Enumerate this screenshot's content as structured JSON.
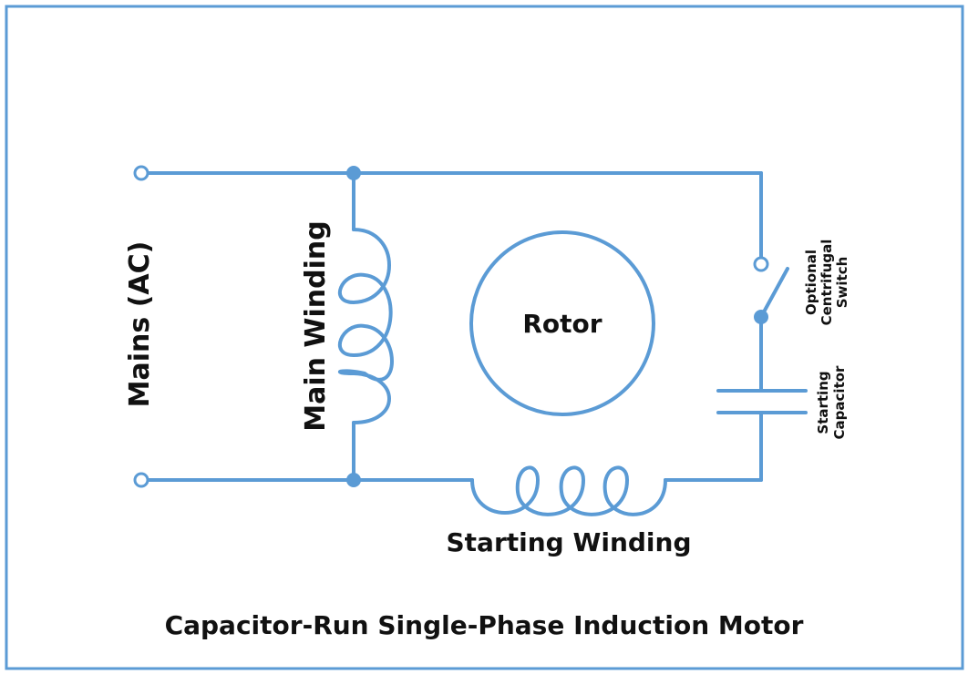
{
  "colors": {
    "wire": "#5b9bd5",
    "border": "#5b9bd5",
    "text": "#111111",
    "background": "#ffffff"
  },
  "labels": {
    "mains": "Mains (AC)",
    "main_winding": "Main Winding",
    "rotor": "Rotor",
    "switch_line1": "Optional",
    "switch_line2": "Centrifugal",
    "switch_line3": "Switch",
    "capacitor_line1": "Starting",
    "capacitor_line2": "Capacitor",
    "starting_winding": "Starting Winding",
    "title": "Capacitor-Run Single-Phase Induction Motor"
  }
}
